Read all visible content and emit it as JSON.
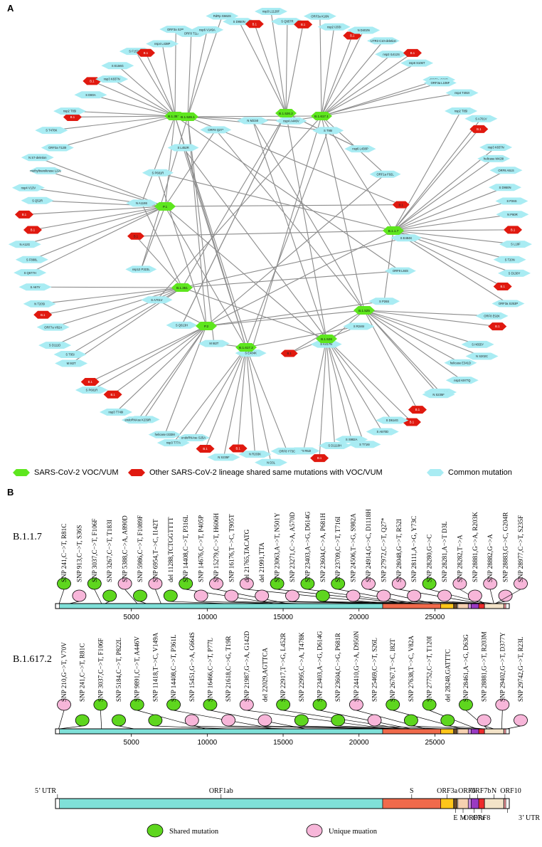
{
  "panels": {
    "a": "A",
    "b": "B"
  },
  "legend_a": [
    {
      "label": "SARS-CoV-2 VOC/VUM",
      "color": "#5ee61e"
    },
    {
      "label": "Other SARS-CoV-2 lineage shared same mutations with VOC/VUM",
      "color": "#e0190f"
    },
    {
      "label": "Common mutation",
      "color": "#a9ecf3"
    }
  ],
  "network": {
    "hubs": [
      "B.1.351.1",
      "B.1.526.1",
      "B.1.526.2",
      "B.1.617.1",
      "P.1",
      "B.1.1.7",
      "B.1.351",
      "P.2",
      "B.1.617.2",
      "B.1.525",
      "B.1.526"
    ],
    "outer_ring": [
      "nsp3 L1120F",
      "S Q957R",
      "nsp3 E1658D",
      "ORF3a K16N",
      "nsp2 I203I",
      "ORF3a L116F",
      "N D402N",
      "UTR3 C10-deletion",
      "nsp3 I1412S",
      "nsp3 D1009N",
      "nsp6 S106T",
      "ORF3a Q38R",
      "ORF3a L106F",
      "nsp4 T492I",
      "nsp2 T85I",
      "S A701V",
      "ORF7a V82A",
      "nsp3 K837N",
      "helicase M429I",
      "ORF8 A51S",
      "S D950N",
      "S P26S",
      "N P80R",
      "nsp1 E102K",
      "S L18F",
      "S T20N",
      "S D138Y",
      "S R190S",
      "ORF3a S253P",
      "ORF8 E92K",
      "S K417T",
      "S H655Y",
      "N S202C",
      "helicase E341D",
      "nsp3 K977Q",
      "S Y144del",
      "N S235F",
      "S E484K",
      "S N501Y",
      "S D614G",
      "S A570D",
      "S T716I",
      "S S982A",
      "S D1118H",
      "ORF8 Q27*",
      "ORF8 R52I",
      "ORF8 Y73C",
      "N D3L",
      "N R203K",
      "N G204R",
      "N S235F",
      "helicase S36F",
      "endoRNAse S25A",
      "nsp3 T77A",
      "helicase I333M",
      "S E484Q",
      "endoRNAse K239R",
      "nsp3 T749I",
      "S L452R",
      "S P681R",
      "S Q1071H",
      "M I82T",
      "S T95I",
      "S D111D",
      "ORF7a V82A",
      "nsp6 T77A",
      "N T205I",
      "S A67V",
      "S Q677H",
      "S F888L",
      "N A12G",
      "ORF6 4-deletion",
      "RdRp P314L",
      "S Q52R",
      "nsp4 V13V",
      "methyltransferase L22L",
      "N S7-deletion",
      "ORF3a T120I",
      "S T478K",
      "RdRp G671S",
      "nsp2 T85I",
      "S D80A",
      "UTR3 G28249T",
      "nsp3 K837N",
      "S E156G",
      "S F157del",
      "ORF7a T120I",
      "nsp4 L438P",
      "ORF3a S26L",
      "ORF8 T11I",
      "nsp6 V149A",
      "RdRp G662S",
      "S D950N",
      "S R158G"
    ],
    "inner": [
      "nsp4 A446V",
      "S T95I",
      "nsp6 L438P",
      "ORF1a F92L",
      "S D253G",
      "S E484K",
      "ORF8 L84S",
      "S P26S",
      "S R246I",
      "S K417N",
      "S N501Y",
      "S E484K",
      "M I82T",
      "S Q613H",
      "S A701V",
      "nsp12 P323L",
      "S H655Y",
      "N A119S",
      "S P681R",
      "S L452R",
      "ORF8 Q27*",
      "N M234I"
    ]
  },
  "chart_data": {
    "type": "mutation-map",
    "axis": {
      "xlim": [
        1,
        29903
      ],
      "ticks": [
        5000,
        10000,
        15000,
        20000,
        25000
      ]
    },
    "tracks": [
      {
        "name": "B.1.1.7",
        "mutations": [
          {
            "pos": 241,
            "label": "SNP 241,C−>T, R81C",
            "kind": "shared"
          },
          {
            "pos": 913,
            "label": "SNP 913,C−>T, S36S",
            "kind": "unique"
          },
          {
            "pos": 3037,
            "label": "SNP 3037,C−>T, F106F",
            "kind": "shared"
          },
          {
            "pos": 3267,
            "label": "SNP 3267,C−>T, T183I",
            "kind": "shared"
          },
          {
            "pos": 5388,
            "label": "SNP 5388,C−>A, A890D",
            "kind": "unique"
          },
          {
            "pos": 5986,
            "label": "SNP 5986,C−>T, F1089F",
            "kind": "shared"
          },
          {
            "pos": 6954,
            "label": "SNP 6954,T−>C, I142T",
            "kind": "unique"
          },
          {
            "pos": 11288,
            "label": "del 11288,TCTGGTTTT",
            "kind": "shared"
          },
          {
            "pos": 14408,
            "label": "SNP 14408,C−>T, P316L",
            "kind": "shared"
          },
          {
            "pos": 14676,
            "label": "SNP 14676,C−>T, P405P",
            "kind": "unique"
          },
          {
            "pos": 15279,
            "label": "SNP 15279,C−>T, H606H",
            "kind": "unique"
          },
          {
            "pos": 16176,
            "label": "SNP 16176,T−>C, T905T",
            "kind": "unique"
          },
          {
            "pos": 21765,
            "label": "del 21765,TACATG",
            "kind": "unique"
          },
          {
            "pos": 21991,
            "label": "del 21991,TTA",
            "kind": "unique"
          },
          {
            "pos": 23063,
            "label": "SNP 23063,A−>T, N501Y",
            "kind": "shared"
          },
          {
            "pos": 23271,
            "label": "SNP 23271,C−>A, A570D",
            "kind": "unique"
          },
          {
            "pos": 23403,
            "label": "SNP 23403,A−>G, D614G",
            "kind": "shared"
          },
          {
            "pos": 23604,
            "label": "SNP 23604,C−>A, P681H",
            "kind": "shared"
          },
          {
            "pos": 23709,
            "label": "SNP 23709,C−>T, T716I",
            "kind": "shared"
          },
          {
            "pos": 24506,
            "label": "SNP 24506,T−>G, S982A",
            "kind": "unique"
          },
          {
            "pos": 24914,
            "label": "SNP 24914,G−>C, D1118H",
            "kind": "unique"
          },
          {
            "pos": 27972,
            "label": "SNP 27972,C−>T, Q27*",
            "kind": "unique"
          },
          {
            "pos": 28048,
            "label": "SNP 28048,G−>T, R52I",
            "kind": "unique"
          },
          {
            "pos": 28111,
            "label": "SNP 28111,A−>G, Y73C",
            "kind": "unique"
          },
          {
            "pos": 28280,
            "label": "SNP 28280,G−>C",
            "kind": "shared"
          },
          {
            "pos": 28281,
            "label": "SNP 28281,A−>T D3L",
            "kind": "unique"
          },
          {
            "pos": 28282,
            "label": "SNP 28282,T−>A",
            "kind": "unique"
          },
          {
            "pos": 28881,
            "label": "SNP 28881,G−>A, R203K",
            "kind": "unique"
          },
          {
            "pos": 28882,
            "label": "SNP 28882,G−>A",
            "kind": "unique"
          },
          {
            "pos": 28883,
            "label": "SNP 28883,G−>C, G204R",
            "kind": "unique"
          },
          {
            "pos": 28977,
            "label": "SNP 28977,C−>T, S235F",
            "kind": "unique"
          }
        ]
      },
      {
        "name": "B.1.617.2",
        "mutations": [
          {
            "pos": 210,
            "label": "SNP 210,G−>T, V70V",
            "kind": "unique"
          },
          {
            "pos": 241,
            "label": "SNP 241,C−>T, R81C",
            "kind": "shared"
          },
          {
            "pos": 3037,
            "label": "SNP 3037,C−>T, F106F",
            "kind": "shared"
          },
          {
            "pos": 5184,
            "label": "SNP 5184,C−>T, P822L",
            "kind": "shared"
          },
          {
            "pos": 9891,
            "label": "SNP 9891,C−>T, A446V",
            "kind": "shared"
          },
          {
            "pos": 11418,
            "label": "SNP 11418,T−>C, V149A",
            "kind": "shared"
          },
          {
            "pos": 14408,
            "label": "SNP 14408,C−>T, P361L",
            "kind": "shared"
          },
          {
            "pos": 15451,
            "label": "SNP 15451,G−>A, G664S",
            "kind": "unique"
          },
          {
            "pos": 16466,
            "label": "SNP 16466,C−>T, P77L",
            "kind": "shared"
          },
          {
            "pos": 21618,
            "label": "SNP 21618,C−>G, T19R",
            "kind": "unique"
          },
          {
            "pos": 21987,
            "label": "SNP 21987,G−>A, G142D",
            "kind": "unique"
          },
          {
            "pos": 22029,
            "label": "del 22029,AGTTCA",
            "kind": "unique"
          },
          {
            "pos": 22917,
            "label": "SNP 22917,T−>G, L452R",
            "kind": "shared"
          },
          {
            "pos": 22995,
            "label": "SNP 22995,C−>A, T478K",
            "kind": "shared"
          },
          {
            "pos": 23403,
            "label": "SNP 23403,A−>G, D614G",
            "kind": "shared"
          },
          {
            "pos": 23604,
            "label": "SNP 23604,C−>G, P681R",
            "kind": "shared"
          },
          {
            "pos": 24410,
            "label": "SNP 24410,G−>A, D950N",
            "kind": "unique"
          },
          {
            "pos": 25469,
            "label": "SNP 25469,C−>T, S26L",
            "kind": "unique"
          },
          {
            "pos": 26767,
            "label": "SNP 26767,T−>C, I82T",
            "kind": "shared"
          },
          {
            "pos": 27638,
            "label": "SNP 27638,T−>C, V82A",
            "kind": "shared"
          },
          {
            "pos": 27752,
            "label": "SNP 27752,C−>T, T120I",
            "kind": "shared"
          },
          {
            "pos": 28248,
            "label": "del 28248,GATTTC",
            "kind": "shared"
          },
          {
            "pos": 28461,
            "label": "SNP 28461,A−>G, D63G",
            "kind": "shared"
          },
          {
            "pos": 28881,
            "label": "SNP 28881,G−>T, R203M",
            "kind": "unique"
          },
          {
            "pos": 29402,
            "label": "SNP 29402,G−>T, D377Y",
            "kind": "unique"
          },
          {
            "pos": 29742,
            "label": "SNP 29742,G−>T, R23L",
            "kind": "unique"
          }
        ]
      }
    ],
    "genome_map": {
      "labels_above": [
        {
          "label": "5’ UTR",
          "start": 1,
          "end": 265
        },
        {
          "label": "ORF1ab",
          "start": 266,
          "end": 21555
        },
        {
          "label": "S",
          "start": 21563,
          "end": 25384
        },
        {
          "label": "ORF3a",
          "start": 25393,
          "end": 26220
        },
        {
          "label": "ORF6",
          "start": 27202,
          "end": 27387
        },
        {
          "label": "ORF7b",
          "start": 27756,
          "end": 27887
        },
        {
          "label": "N",
          "start": 28274,
          "end": 29533
        },
        {
          "label": "ORF10",
          "start": 29558,
          "end": 29674
        }
      ],
      "labels_below": [
        {
          "label": "E",
          "start": 26245,
          "end": 26472
        },
        {
          "label": "M",
          "start": 26523,
          "end": 27191
        },
        {
          "label": "ORF7a",
          "start": 27394,
          "end": 27759
        },
        {
          "label": "ORF8",
          "start": 27894,
          "end": 28259
        },
        {
          "label": "3’ UTR",
          "start": 29675,
          "end": 29903
        }
      ]
    },
    "legend": [
      {
        "label": "Shared mutation",
        "color": "#5ed61e"
      },
      {
        "label": "Unique muation",
        "color": "#f7b6d9"
      }
    ],
    "colors": {
      "orf1ab": "#7fe0d8",
      "s": "#f06a4b",
      "orf3a": "#ffc61a",
      "e": "#6b4b2a",
      "m": "#f6d0b0",
      "orf6": "#c98fd8",
      "orf7": "#9a3ac2",
      "orf8": "#ee2b2b",
      "n": "#f3e3c8",
      "orf10": "#ff9aa0",
      "utr": "#ffffff"
    }
  }
}
